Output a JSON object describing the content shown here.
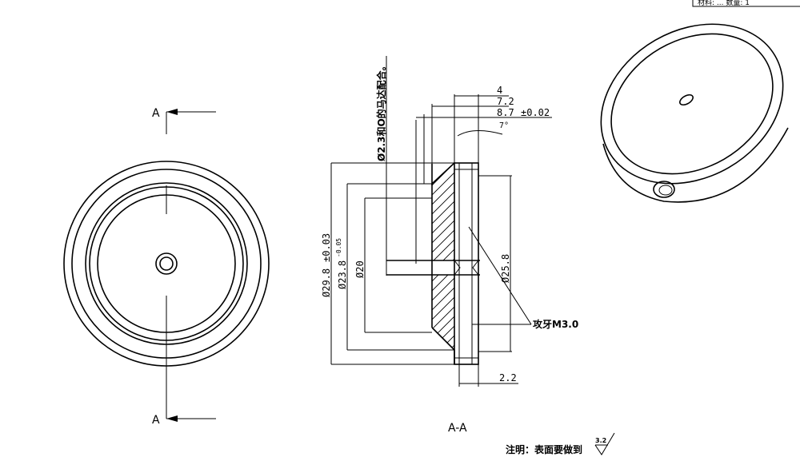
{
  "title_block": {
    "fragment": "材料:  ... 数量: 1"
  },
  "front_view": {
    "section_mark_top": "A",
    "section_mark_bottom": "A"
  },
  "section_view": {
    "title": "A-A",
    "dim_4": "4",
    "dim_7_2": "7.2",
    "dim_8_7": "8.7",
    "tol_8_7": "±0.02",
    "angle": "7°",
    "dim_outer": "Ø29.8",
    "tol_outer": "±0.03",
    "dim_bore": "Ø23.8",
    "tol_bore": "-0.05",
    "dim_inner": "Ø20",
    "dim_right": "Ø25.8",
    "dim_bottom": "2.2",
    "hole_note": "Ø2.3和O的马达配合。",
    "thread_note": "攻牙M3.0"
  },
  "notes": {
    "surface_note": "注明：表面要做到",
    "roughness": "3.2"
  }
}
